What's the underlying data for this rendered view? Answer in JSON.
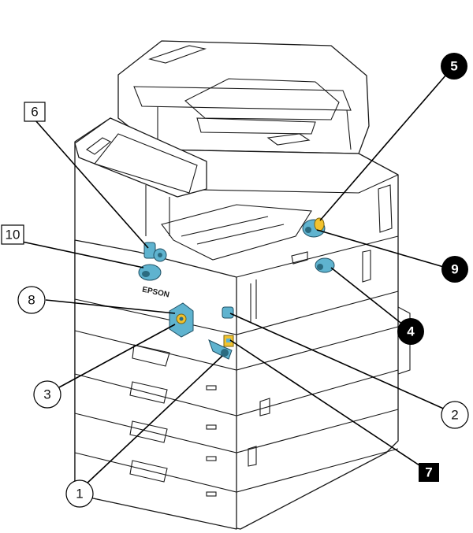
{
  "brand_logo_text": "EPSON",
  "part_color": "#5fb3cf",
  "part_accent": "#f1c22e",
  "callouts": [
    {
      "id": "c1",
      "label": "1",
      "style": "circle"
    },
    {
      "id": "c2",
      "label": "2",
      "style": "circle"
    },
    {
      "id": "c3",
      "label": "3",
      "style": "circle"
    },
    {
      "id": "c4",
      "label": "4",
      "style": "filled-circle"
    },
    {
      "id": "c5",
      "label": "5",
      "style": "filled-circle"
    },
    {
      "id": "c6",
      "label": "6",
      "style": "square"
    },
    {
      "id": "c7",
      "label": "7",
      "style": "filled-square"
    },
    {
      "id": "c8",
      "label": "8",
      "style": "circle"
    },
    {
      "id": "c9",
      "label": "9",
      "style": "filled-circle"
    },
    {
      "id": "c10",
      "label": "10",
      "style": "square"
    }
  ]
}
